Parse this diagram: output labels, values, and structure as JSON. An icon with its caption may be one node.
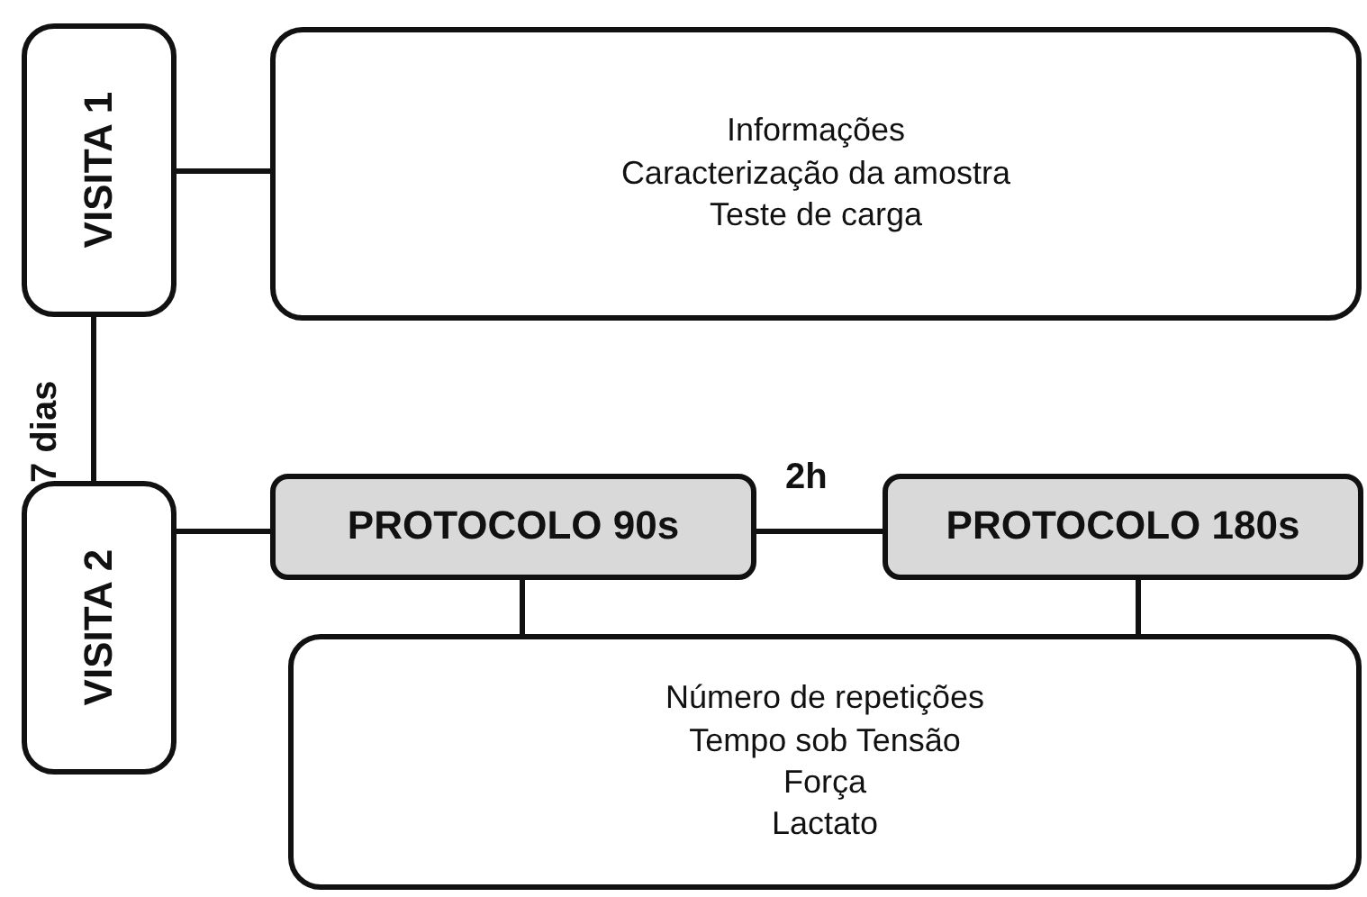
{
  "diagram": {
    "nodes": [
      {
        "text": [
          "VISITA 1"
        ]
      },
      {
        "text": [
          "Informações",
          "Caracterização da amostra",
          "Teste de carga"
        ]
      },
      {
        "text": [
          "VISITA 2"
        ]
      },
      {
        "text": [
          "PROTOCOLO 90s"
        ]
      },
      {
        "text": [
          "PROTOCOLO 180s"
        ]
      },
      {
        "text": [
          "Número de repetições",
          "Tempo sob Tensão",
          "Força",
          "Lactato"
        ]
      }
    ],
    "edges": [
      {
        "from": 0,
        "to": 1,
        "arrow": "none"
      },
      {
        "from": 0,
        "to": 2,
        "arrow": "none",
        "label": "7 dias"
      },
      {
        "from": 2,
        "to": 3,
        "arrow": "none"
      },
      {
        "from": 3,
        "to": 4,
        "arrow": "none",
        "label": "2h"
      },
      {
        "from": 3,
        "to": 5,
        "arrow": "none"
      },
      {
        "from": 4,
        "to": 5,
        "arrow": "none"
      }
    ]
  }
}
